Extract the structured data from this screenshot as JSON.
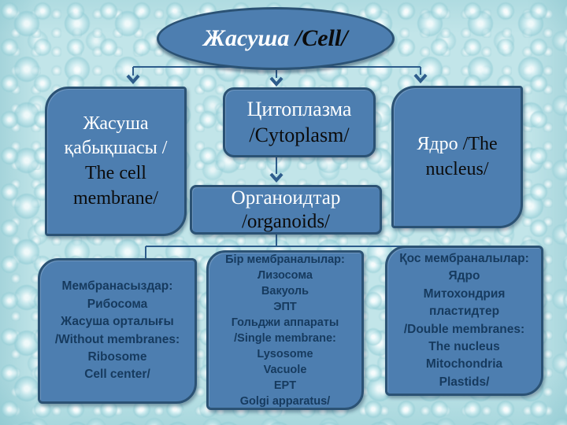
{
  "slide": {
    "title": {
      "kk": "Жасуша",
      "en": " /Cell/"
    },
    "nodes": {
      "membrane": {
        "kk": "Жасуша қабықшасы / ",
        "en": "The cell membrane/"
      },
      "cytoplasm": {
        "kk": "Цитоплазма",
        "en": "/Cytoplasm/"
      },
      "nucleus": {
        "kk": "Ядро",
        "en": " /The nucleus/"
      },
      "organoids": {
        "kk": "Органоидтар",
        "en": "/organoids/"
      }
    },
    "details": {
      "without_membranes": {
        "text": "Мембранасыздар:\nРибосома\nЖасуша орталығы\n/Without membranes:\nRibosome\nCell center/"
      },
      "single_membrane": {
        "text": "Бір мембраналылар:\nЛизосома\nВакуоль\nЭПТ\nГольджи аппараты\n/Single membrane:\nLysosome\nVacuole\nEPT\nGolgi apparatus/"
      },
      "double_membranes": {
        "text": "Қос мембраналылар:\nЯдро\nМитохондрия\nпластидтер\n/Double membranes:\nThe nucleus\nMitochondria\nPlastids/"
      }
    },
    "colors": {
      "box_fill": "#4d7eb0",
      "box_border": "#2b5274",
      "connector": "#2e5d8c",
      "kazakh_text": "#ffffff",
      "english_text": "#0b0b0b",
      "detail_text": "#163a5e",
      "background": "#c2e5e9"
    }
  }
}
